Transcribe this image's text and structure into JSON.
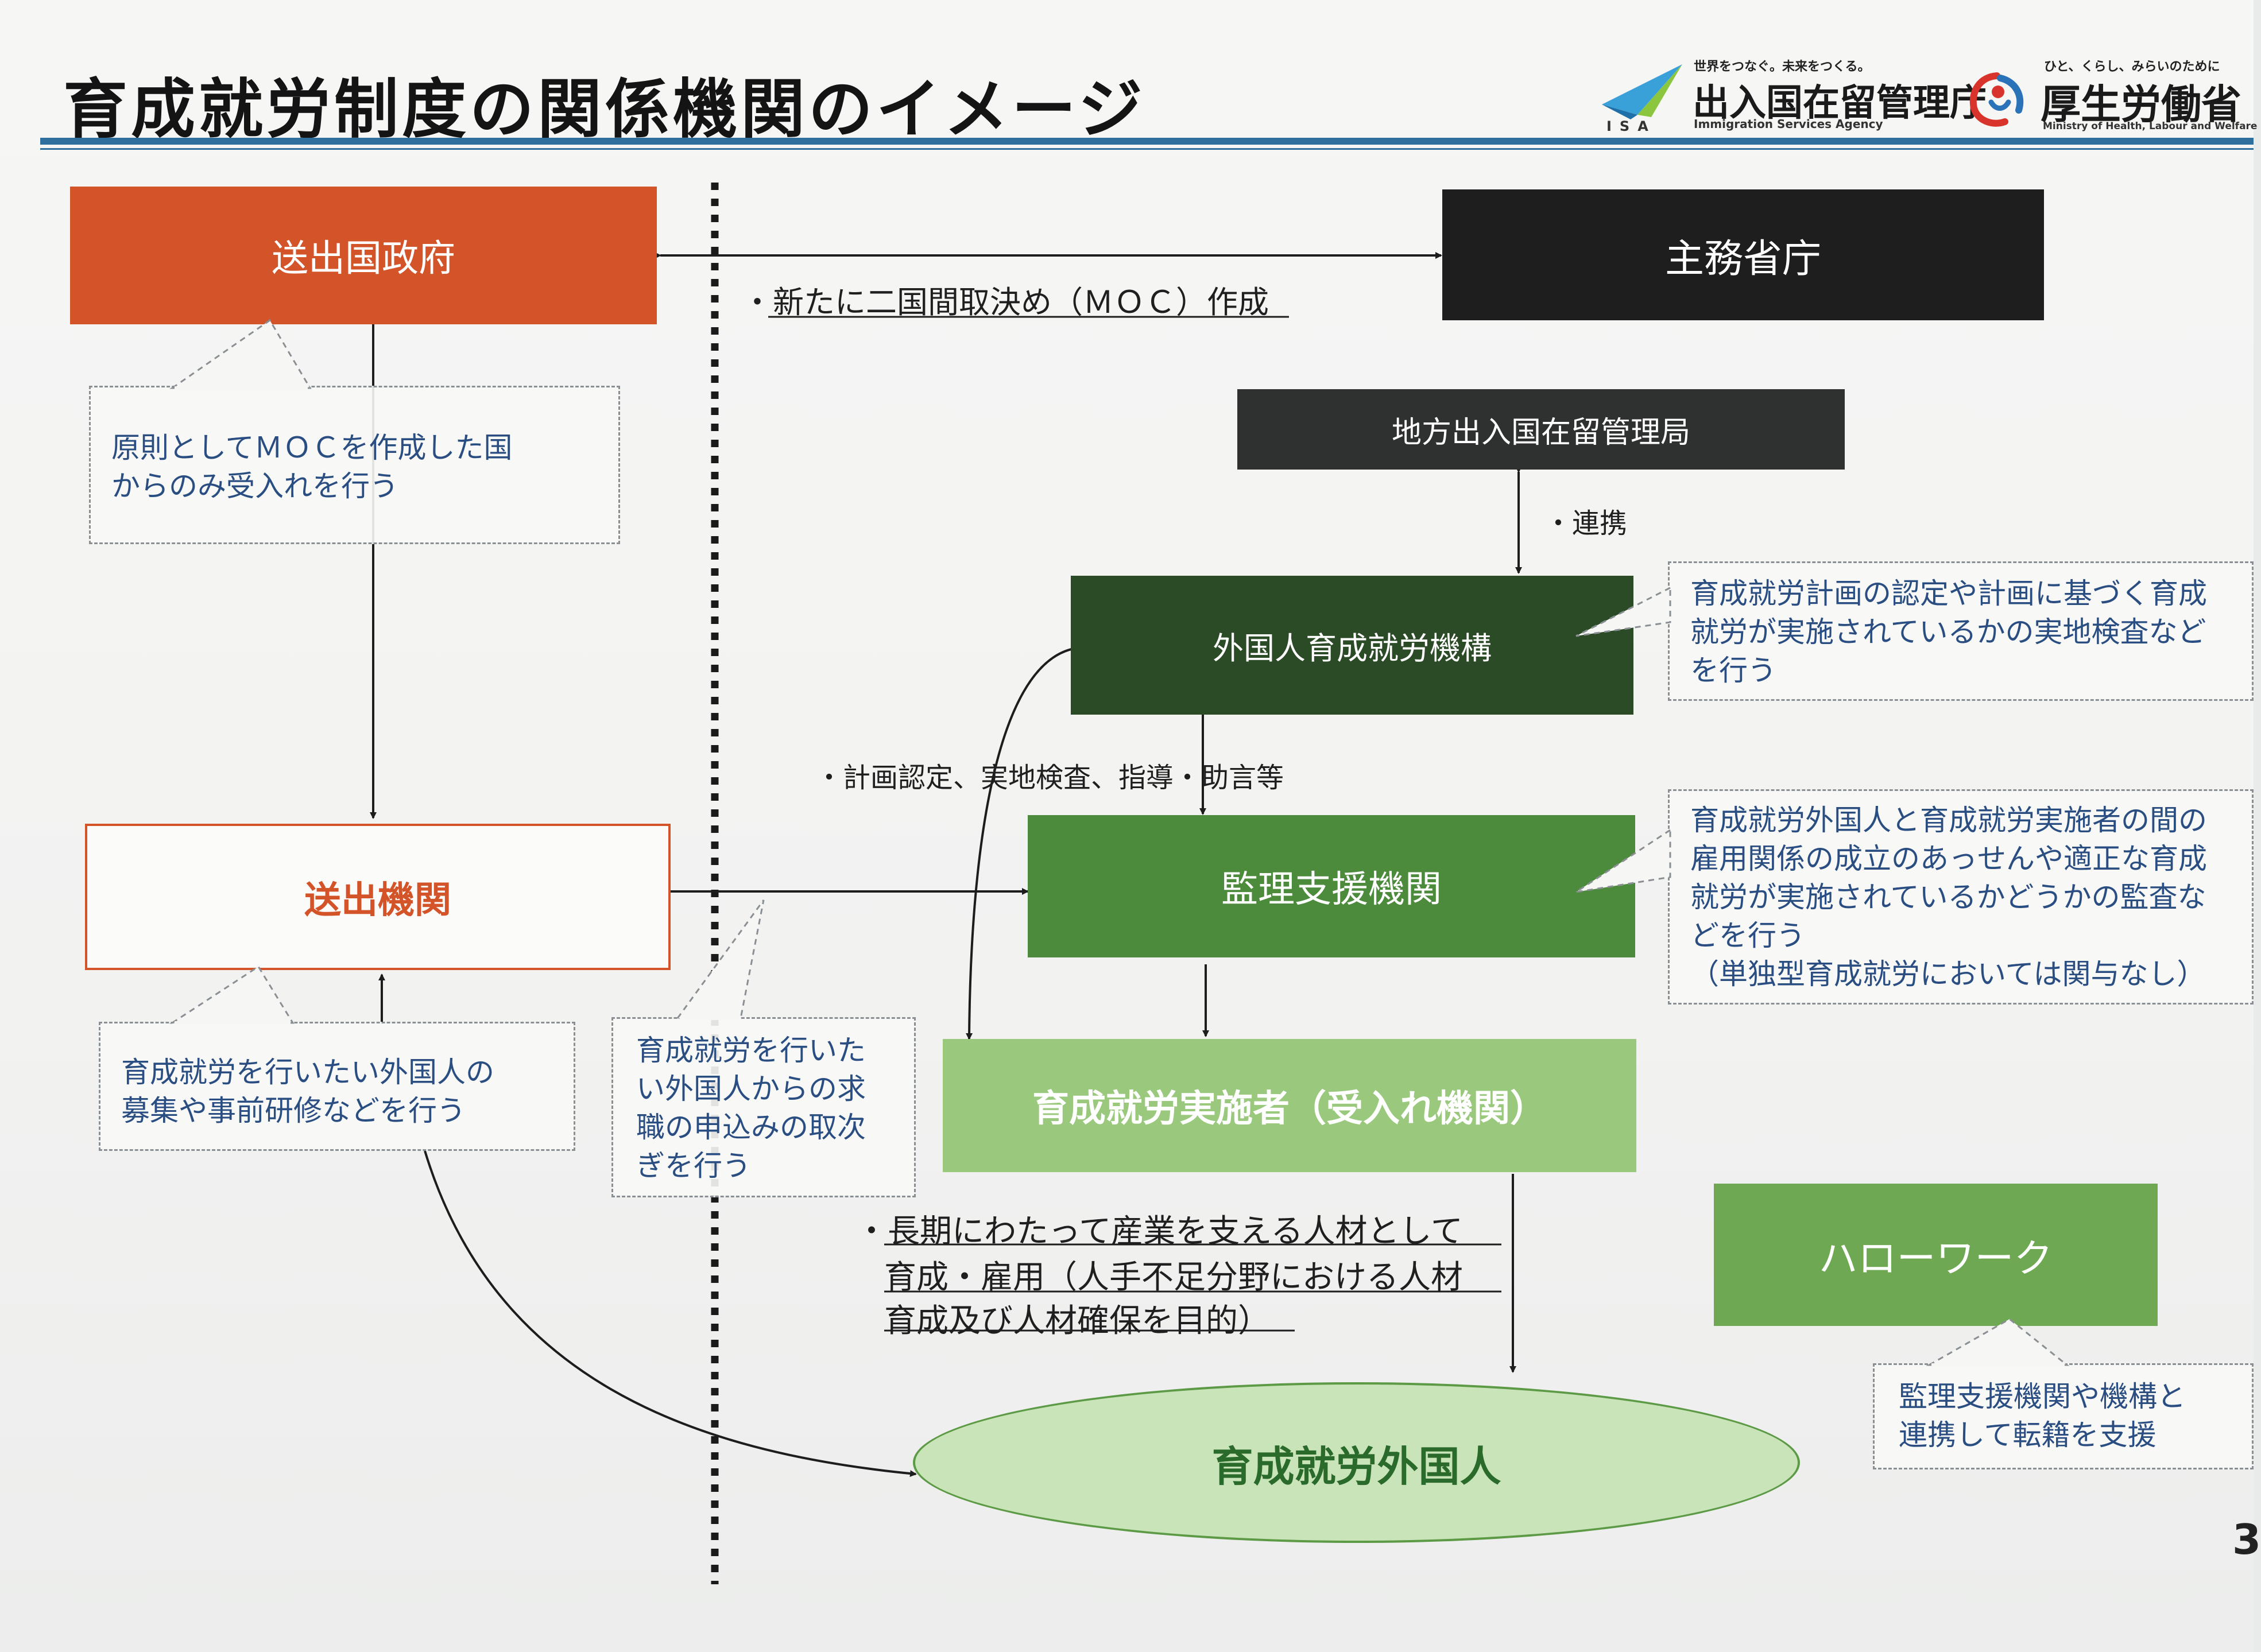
{
  "header": {
    "title": "育成就労制度の関係機関のイメージ",
    "isa_logo": {
      "tagline": "世界をつなぐ。未来をつくる。",
      "mark": "ISA",
      "name": "出入国在留管理庁",
      "english": "Immigration Services Agency",
      "accent": "#3aa0d8"
    },
    "mhlw_logo": {
      "tagline": "ひと、くらし、みらいのために",
      "name": "厚生労働省",
      "english": "Ministry of Health, Labour and Welfare",
      "accent": "#d9342b"
    }
  },
  "nodes": {
    "sending_government": "送出国政府",
    "competent_ministries": "主務省庁",
    "regional_immigration_bureau": "地方出入国在留管理局",
    "training_employment_organization": "外国人育成就労機構",
    "sending_organization": "送出機関",
    "supervising_support_organization": "監理支援機関",
    "implementing_organization": "育成就労実施者（受入れ機関）",
    "hello_work": "ハローワーク",
    "foreign_trainee": "育成就労外国人"
  },
  "labels": {
    "moc": "・新たに二国間取決め（ＭＯＣ）作成",
    "cooperation": "・連携",
    "plan_certification": "・計画認定、実地検査、指導・助言等",
    "long_term": [
      "・長期にわたって産業を支える人材として",
      "育成・雇用（人手不足分野における人材",
      "育成及び人材確保を目的）"
    ]
  },
  "callouts": {
    "moc_countries": [
      "原則としてＭＯＣを作成した国",
      "からのみ受入れを行う"
    ],
    "organization_role": [
      "育成就労計画の認定や計画に基づく育成",
      "就労が実施されているかの実地検査など",
      "を行う"
    ],
    "supervising_role": [
      "育成就労外国人と育成就労実施者の間の",
      "雇用関係の成立のあっせんや適正な育成",
      "就労が実施されているかどうかの監査な",
      "どを行う",
      "（単独型育成就労においては関与なし）"
    ],
    "recruitment": [
      "育成就労を行いたい外国人の",
      "募集や事前研修などを行う"
    ],
    "job_application": [
      "育成就労を行いた",
      "い外国人からの求",
      "職の申込みの取次",
      "ぎを行う"
    ],
    "transfer_support": [
      "監理支援機関や機構と",
      "連携して転籍を支援"
    ]
  },
  "colors": {
    "sending_government": "#d4542a",
    "sending_organization_text": "#d4542a",
    "ministries": "#1e1e1e",
    "bureau": "#2f3130",
    "organization": "#2b4a26",
    "supervising": "#4c8a3c",
    "implementing": "#9ac97e",
    "hello_work": "#6ea852",
    "foreign_trainee_fill": "#c9e4b9",
    "foreign_trainee_text": "#2a6a2a",
    "callout_text": "#2a4e82",
    "title_rule": "#2f6f9e"
  },
  "page_number": "3"
}
